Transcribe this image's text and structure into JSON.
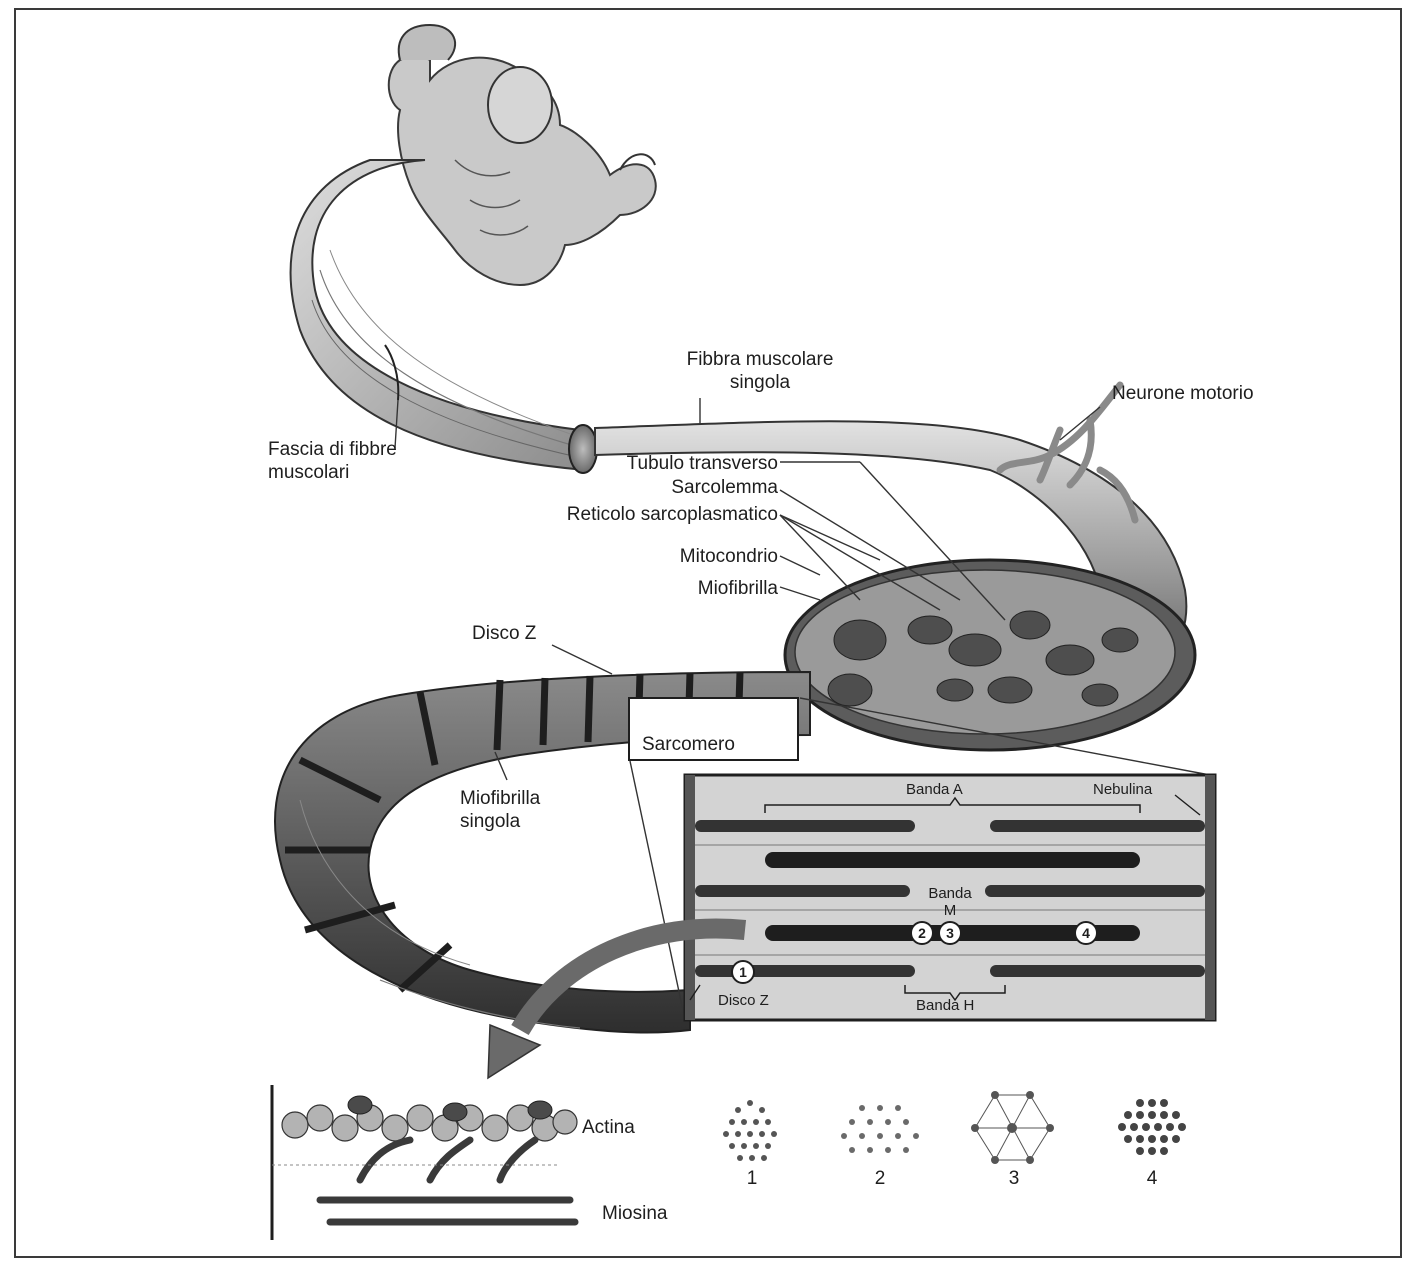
{
  "diagram": {
    "labels": {
      "fascia": "Fascia di fibbre\nmuscolari",
      "fibra": "Fibbra muscolare\nsingola",
      "neurone": "Neurone motorio",
      "tubulo": "Tubulo transverso",
      "sarcolemma": "Sarcolemma",
      "reticolo": "Reticolo sarcoplasmatico",
      "mitocondrio": "Mitocondrio",
      "miofibrilla": "Miofibrilla",
      "disco_z_top": "Disco Z",
      "sarcomero": "Sarcomero",
      "miofibrilla_singola": "Miofibrilla\nsingola",
      "banda_a": "Banda A",
      "nebulina": "Nebulina",
      "banda_m": "Banda\nM",
      "disco_z_bottom": "Disco Z",
      "banda_h": "Banda H",
      "actina": "Actina",
      "miosina": "Miosina"
    },
    "markers": [
      "1",
      "2",
      "3",
      "4"
    ],
    "cross_sections": [
      {
        "number": "1"
      },
      {
        "number": "2"
      },
      {
        "number": "3"
      },
      {
        "number": "4"
      }
    ]
  }
}
